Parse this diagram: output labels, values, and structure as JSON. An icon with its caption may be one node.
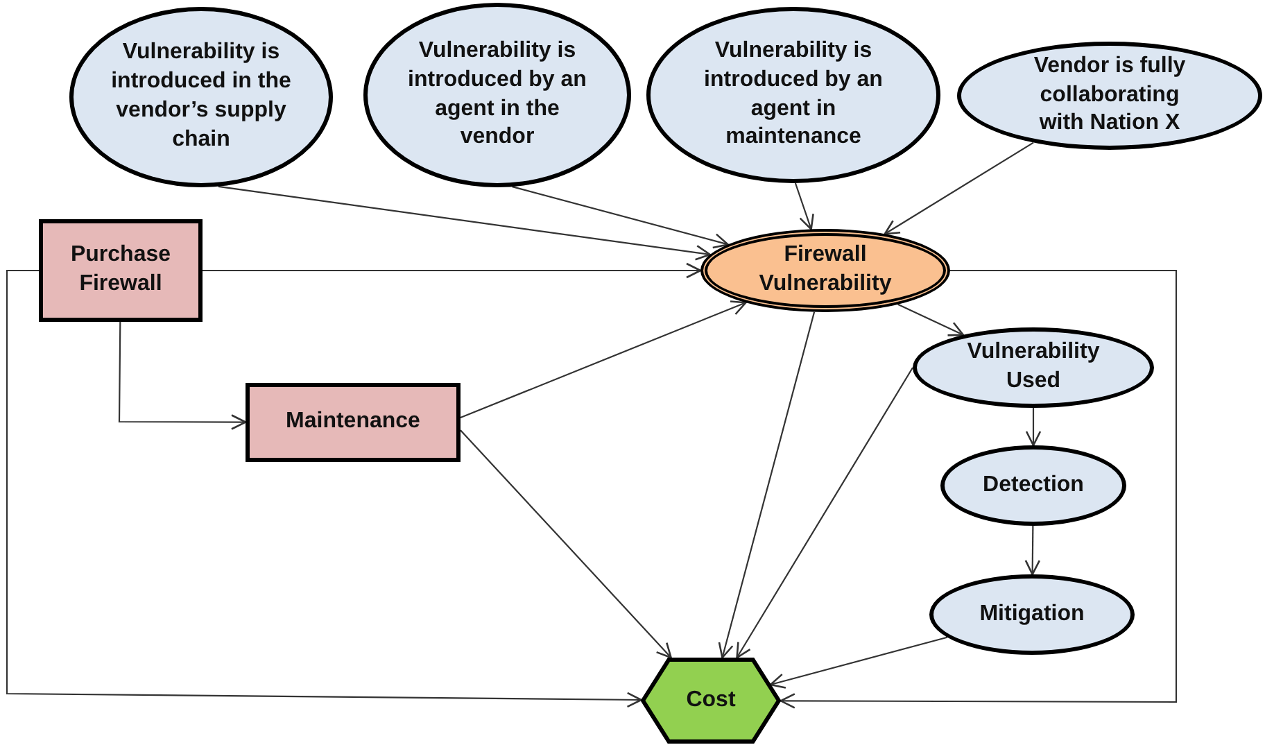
{
  "diagram": {
    "nodes": [
      {
        "text": [
          "Vulnerability is introduced in the vendor’s supply chain"
        ]
      },
      {
        "text": [
          "Vulnerability is introduced by an agent in the vendor"
        ]
      },
      {
        "text": [
          "Vulnerability is introduced by an agent in maintenance"
        ]
      },
      {
        "text": [
          "Vendor is fully collaborating with Nation X"
        ]
      },
      {
        "text": [
          "Purchase Firewall"
        ]
      },
      {
        "text": [
          "Firewall Vulnerability"
        ]
      },
      {
        "text": [
          "Maintenance"
        ]
      },
      {
        "text": [
          "Vulnerability Used"
        ]
      },
      {
        "text": [
          "Detection"
        ]
      },
      {
        "text": [
          "Mitigation"
        ]
      },
      {
        "text": [
          "Cost"
        ]
      }
    ],
    "edges": [
      {
        "from": 0,
        "to": 5,
        "arrow": "to"
      },
      {
        "from": 1,
        "to": 5,
        "arrow": "to"
      },
      {
        "from": 2,
        "to": 5,
        "arrow": "to"
      },
      {
        "from": 3,
        "to": 5,
        "arrow": "to"
      },
      {
        "from": 4,
        "to": 5,
        "arrow": "to"
      },
      {
        "from": 4,
        "to": 6,
        "arrow": "to"
      },
      {
        "from": 4,
        "to": 10,
        "arrow": "to"
      },
      {
        "from": 6,
        "to": 5,
        "arrow": "to"
      },
      {
        "from": 6,
        "to": 10,
        "arrow": "to"
      },
      {
        "from": 5,
        "to": 7,
        "arrow": "to"
      },
      {
        "from": 5,
        "to": 10,
        "arrow": "to"
      },
      {
        "from": 5,
        "to": 10,
        "arrow": "to"
      },
      {
        "from": 7,
        "to": 8,
        "arrow": "to"
      },
      {
        "from": 7,
        "to": 10,
        "arrow": "to"
      },
      {
        "from": 8,
        "to": 9,
        "arrow": "to"
      },
      {
        "from": 9,
        "to": 10,
        "arrow": "to"
      }
    ]
  }
}
